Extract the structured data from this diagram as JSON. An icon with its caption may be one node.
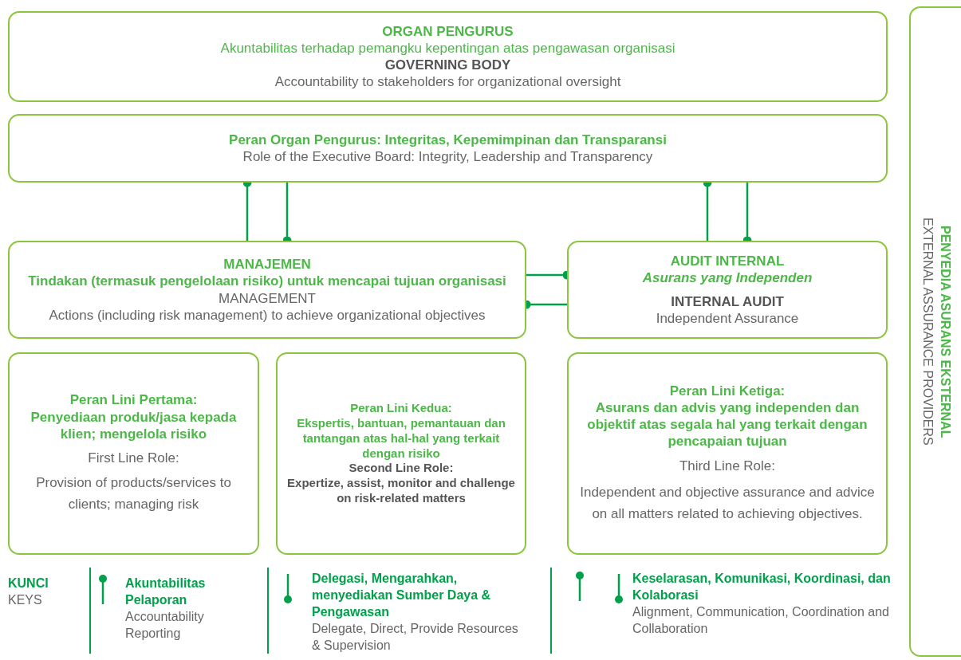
{
  "diagram": {
    "nodes": [
      {
        "text": [
          "ORGAN PENGURUS",
          "Akuntabilitas terhadap pemangku kepentingan atas pengawasan organisasi",
          "GOVERNING BODY",
          "Accountability to stakeholders for organizational oversight"
        ]
      },
      {
        "text": [
          "Peran Organ Pengurus: Integritas, Kepemimpinan dan Transparansi",
          "Role of the Executive Board: Integrity, Leadership and Transparency"
        ]
      },
      {
        "text": [
          "MANAJEMEN",
          "Tindakan (termasuk pengelolaan risiko) untuk mencapai tujuan organisasi",
          "MANAGEMENT",
          "Actions (including risk management) to achieve organizational objectives"
        ]
      },
      {
        "text": [
          "AUDIT INTERNAL",
          "Asurans yang Independen",
          "INTERNAL AUDIT",
          "Independent Assurance"
        ]
      },
      {
        "text": [
          "Peran Lini Pertama:",
          "Penyediaan produk/jasa kepada klien; mengelola risiko",
          "First Line Role:",
          "Provision of products/services to clients; managing risk"
        ]
      },
      {
        "text": [
          "Peran Lini Kedua:",
          "Ekspertis, bantuan, pemantauan dan tantangan atas hal-hal yang terkait dengan risiko",
          "Second Line Role:",
          "Expertize, assist, monitor and challenge on risk-related matters"
        ]
      },
      {
        "text": [
          "Peran Lini Ketiga:",
          "Asurans dan advis yang independen dan objektif atas segala hal yang terkait dengan pencapaian tujuan",
          "Third Line Role:",
          "Independent and objective assurance and advice on all matters related to achieving objectives."
        ]
      },
      {
        "text": [
          "PENYEDIA ASURANS EKSTERNAL",
          "EXTERNAL ASSURANCE PROVIDERS"
        ]
      }
    ],
    "edges": [
      {
        "from": 2,
        "to": 1,
        "arrow": "other"
      },
      {
        "from": 1,
        "to": 2,
        "arrow": "other"
      },
      {
        "from": 3,
        "to": 1,
        "arrow": "other"
      },
      {
        "from": 1,
        "to": 3,
        "arrow": "other"
      },
      {
        "from": 2,
        "to": 3,
        "arrow": "other"
      },
      {
        "from": 3,
        "to": 2,
        "arrow": "other"
      }
    ],
    "labels": [
      "KUNCI",
      "KEYS",
      "Accountability Reporting",
      "Delegate, Direct, Provide Resources & Supervision",
      "Alignment, Communication, Coordination and Collaboration"
    ],
    "legend": [
      {
        "text": "Akuntabilitas Pelaporan"
      },
      {
        "text": "Delegasi, Mengarahkan, menyediakan Sumber Daya & Pengawasan"
      },
      {
        "text": "Keselarasan, Komunikasi, Koordinasi, dan Kolaborasi"
      }
    ]
  }
}
